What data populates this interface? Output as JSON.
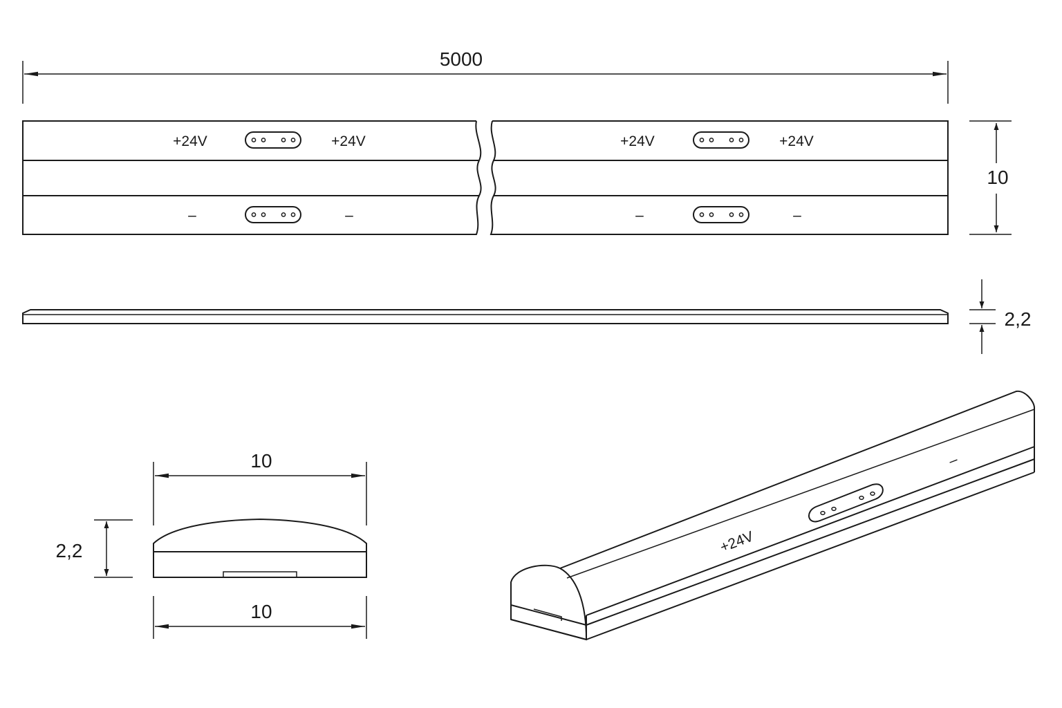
{
  "dimensions": {
    "length": "5000",
    "width_top": "10",
    "height_side": "2,2",
    "profile_width_top": "10",
    "profile_height": "2,2",
    "profile_width_bottom": "10"
  },
  "labels": {
    "positive_1": "+24V",
    "positive_2": "+24V",
    "positive_3": "+24V",
    "positive_4": "+24V",
    "negative_1": "–",
    "negative_2": "–",
    "negative_3": "–",
    "negative_4": "–",
    "iso_positive": "+24V",
    "iso_negative": "–"
  },
  "colors": {
    "line": "#1a1a1a",
    "background": "#ffffff"
  }
}
